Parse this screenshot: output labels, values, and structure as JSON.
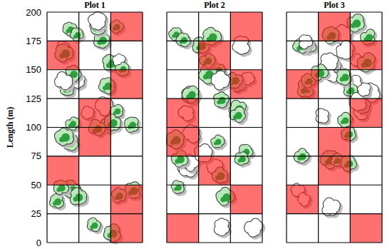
{
  "diagram": {
    "labels": [
      "Plot 1",
      "Plot 2",
      "Plot 3",
      "Length (m)",
      "200",
      "175",
      "150",
      "125",
      "100",
      "75",
      "50",
      "25",
      "0"
    ]
  }
}
